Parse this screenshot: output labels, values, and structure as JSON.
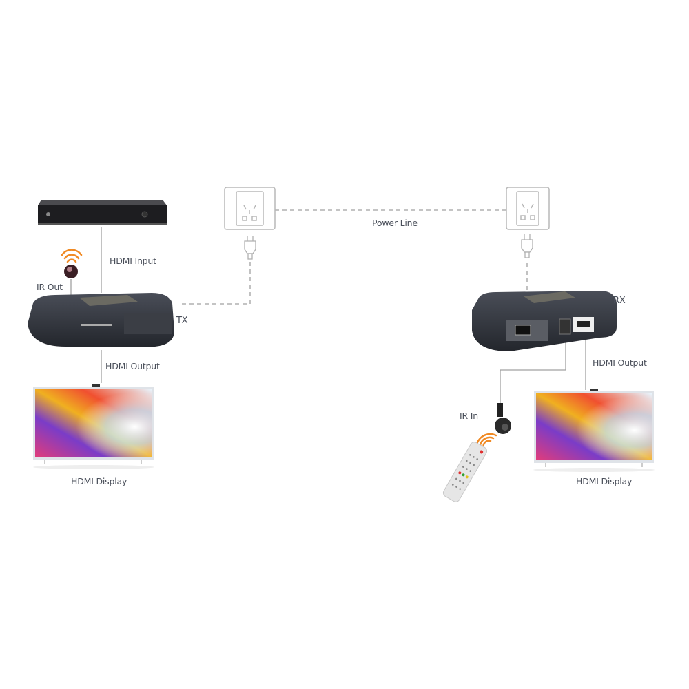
{
  "labels": {
    "hdmi_input": "HDMI Input",
    "ir_out": "IR Out",
    "tx": "TX",
    "hdmi_output_left": "HDMI Output",
    "hdmi_display_left": "HDMI Display",
    "power_line": "Power Line",
    "rx": "RX",
    "hdmi_output_right": "HDMI Output",
    "ir_in": "IR In",
    "hdmi_display_right": "HDMI Display"
  },
  "colors": {
    "line": "#9a9a9a",
    "device": "#2c2f36",
    "ir_wave": "#f08a24",
    "text": "#4a4f5a"
  }
}
